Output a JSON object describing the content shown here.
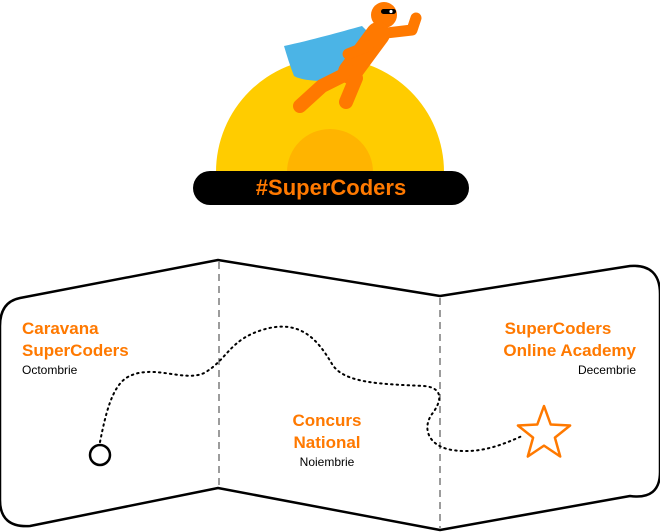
{
  "hero": {
    "hashtag": "#SuperCoders"
  },
  "stages": [
    {
      "title_line1": "Caravana",
      "title_line2": "SuperCoders",
      "month": "Octombrie"
    },
    {
      "title_line1": "Concurs",
      "title_line2": "National",
      "month": "Noiembrie"
    },
    {
      "title_line1": "SuperCoders",
      "title_line2": "Online Academy",
      "month": "Decembrie"
    }
  ],
  "icons": {
    "hero": "superhero-icon",
    "start": "start-circle-icon",
    "finish": "star-icon"
  },
  "colors": {
    "accent": "#ff7900",
    "sun": "#ffcc00",
    "sun_inner": "#ffb400",
    "cape": "#4bb4e6",
    "badge": "#000000"
  }
}
